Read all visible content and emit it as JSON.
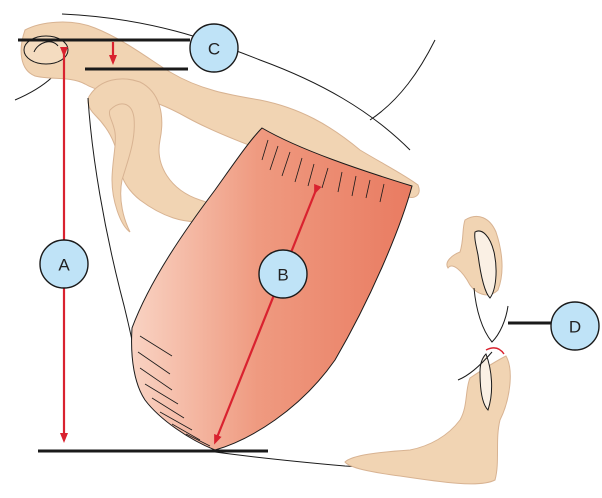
{
  "labels": {
    "a": "A",
    "b": "B",
    "c": "C",
    "d": "D"
  },
  "colors": {
    "bone_fill": "#f1d4b3",
    "bone_stroke": "#d8b392",
    "muscle_fill": "#ec8a70",
    "muscle_light": "#f7c9b8",
    "arrow": "#d9222f",
    "reference_line": "#1a1a1a",
    "outline": "#1a1a1a",
    "callout_fill": "#bfe3f7",
    "callout_stroke": "#1a1a1a",
    "background": "#ffffff"
  }
}
